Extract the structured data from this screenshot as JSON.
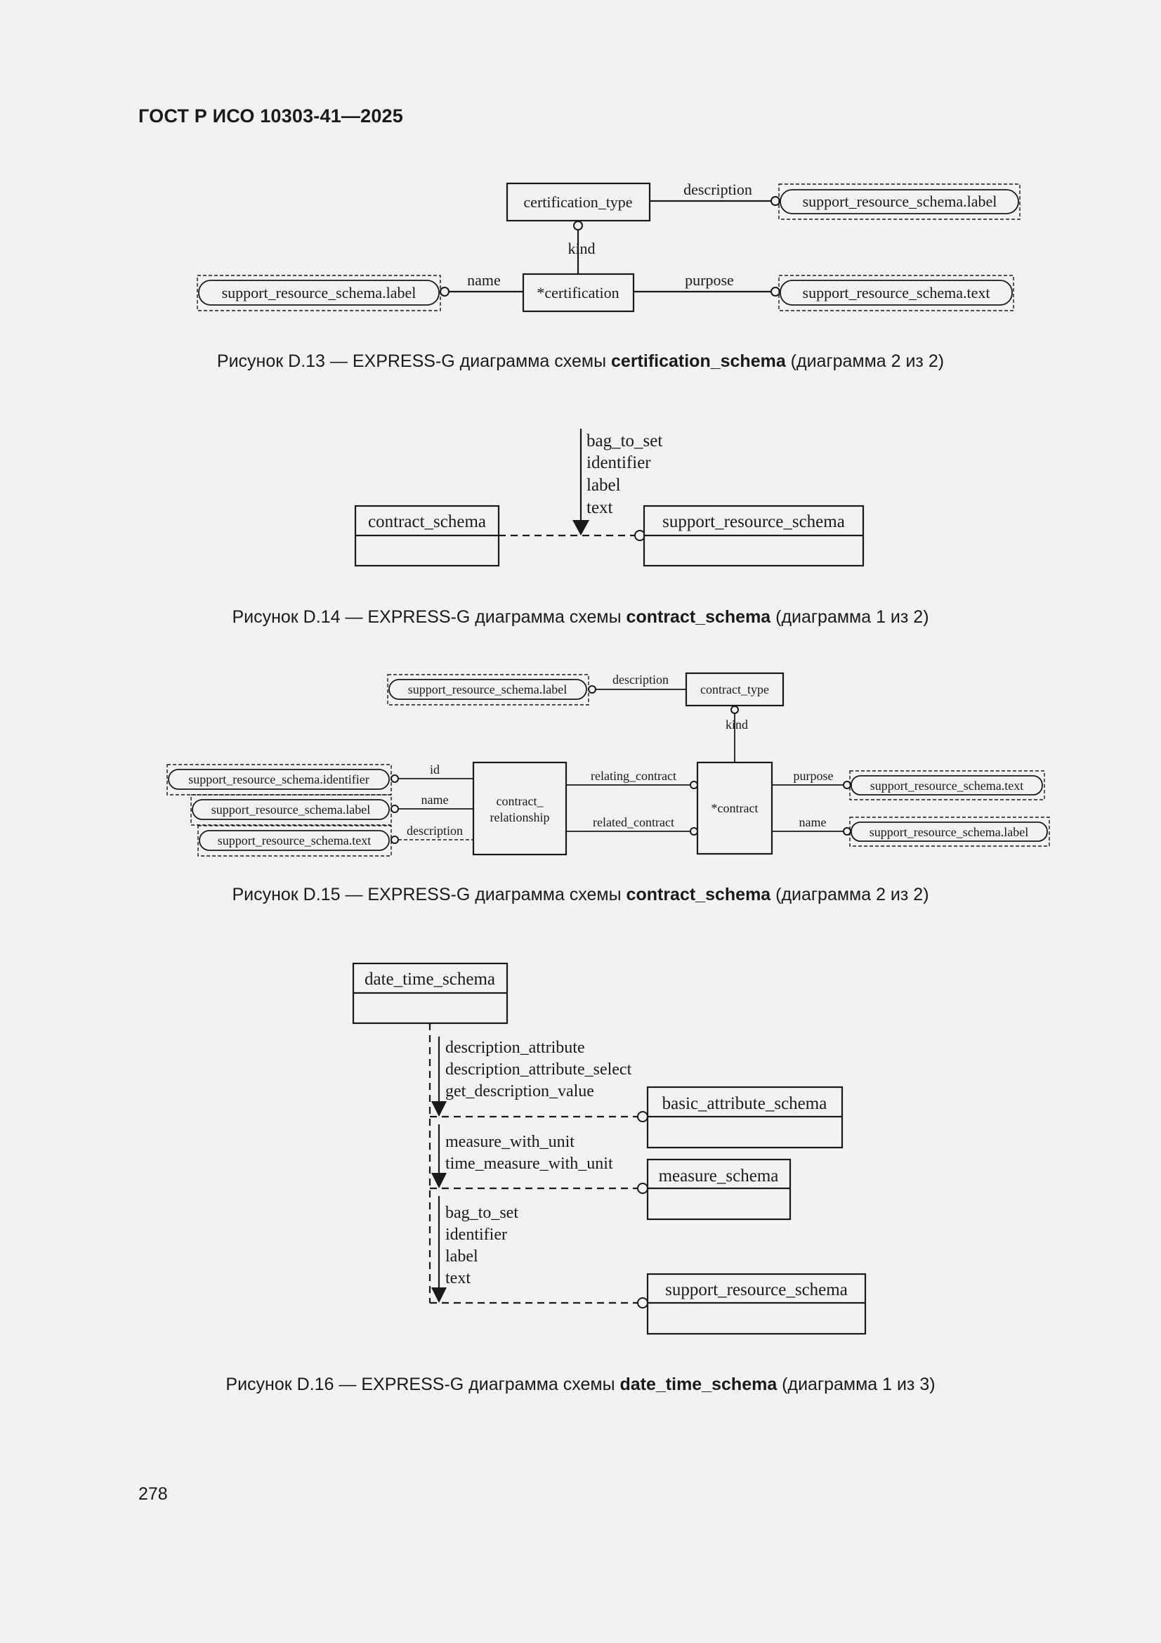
{
  "header": "ГОСТ Р ИСО 10303-41—2025",
  "page_number": "278",
  "figures": {
    "d13": {
      "caption_prefix": "Рисунок D.13 — EXPRESS-G диаграмма схемы ",
      "caption_bold": "certification_schema",
      "caption_suffix": " (диаграмма 2 из 2)",
      "entity_type": "certification_type",
      "entity_main": "*certification",
      "desc_type": "support_resource_schema.label",
      "name_type": "support_resource_schema.label",
      "purpose_type": "support_resource_schema.text",
      "attr_description": "description",
      "attr_kind": "kind",
      "attr_name": "name",
      "attr_purpose": "purpose"
    },
    "d14": {
      "caption_prefix": "Рисунок D.14 — EXPRESS-G диаграмма схемы ",
      "caption_bold": "contract_schema",
      "caption_suffix": " (диаграмма 1 из 2)",
      "schema_left": "contract_schema",
      "schema_right": "support_resource_schema",
      "refs": [
        "bag_to_set",
        "identifier",
        "label",
        "text"
      ]
    },
    "d15": {
      "caption_prefix": "Рисунок D.15 — EXPRESS-G диаграмма схемы ",
      "caption_bold": "contract_schema",
      "caption_suffix": " (диаграмма 2 из 2)",
      "type_label_top": "support_resource_schema.label",
      "attr_description_top": "description",
      "entity_contract_type": "contract_type",
      "attr_kind": "kind",
      "type_identifier": "support_resource_schema.identifier",
      "type_label_mid": "support_resource_schema.label",
      "type_text_left": "support_resource_schema.text",
      "attr_id": "id",
      "attr_name_left": "name",
      "attr_description_left": "description",
      "entity_relationship_line1": "contract_",
      "entity_relationship_line2": "relationship",
      "attr_relating": "relating_contract",
      "attr_related": "related_contract",
      "entity_contract": "*contract",
      "attr_purpose": "purpose",
      "attr_name_right": "name",
      "type_text_right": "support_resource_schema.text",
      "type_label_right": "support_resource_schema.label"
    },
    "d16": {
      "caption_prefix": "Рисунок D.16 — EXPRESS-G диаграмма схемы ",
      "caption_bold": "date_time_schema",
      "caption_suffix": " (диаграмма 1 из 3)",
      "schema_main": "date_time_schema",
      "schema_basic": "basic_attribute_schema",
      "schema_measure": "measure_schema",
      "schema_support": "support_resource_schema",
      "refs_basic": [
        "description_attribute",
        "description_attribute_select",
        "get_description_value"
      ],
      "refs_measure": [
        "measure_with_unit",
        "time_measure_with_unit"
      ],
      "refs_support": [
        "bag_to_set",
        "identifier",
        "label",
        "text"
      ]
    }
  }
}
